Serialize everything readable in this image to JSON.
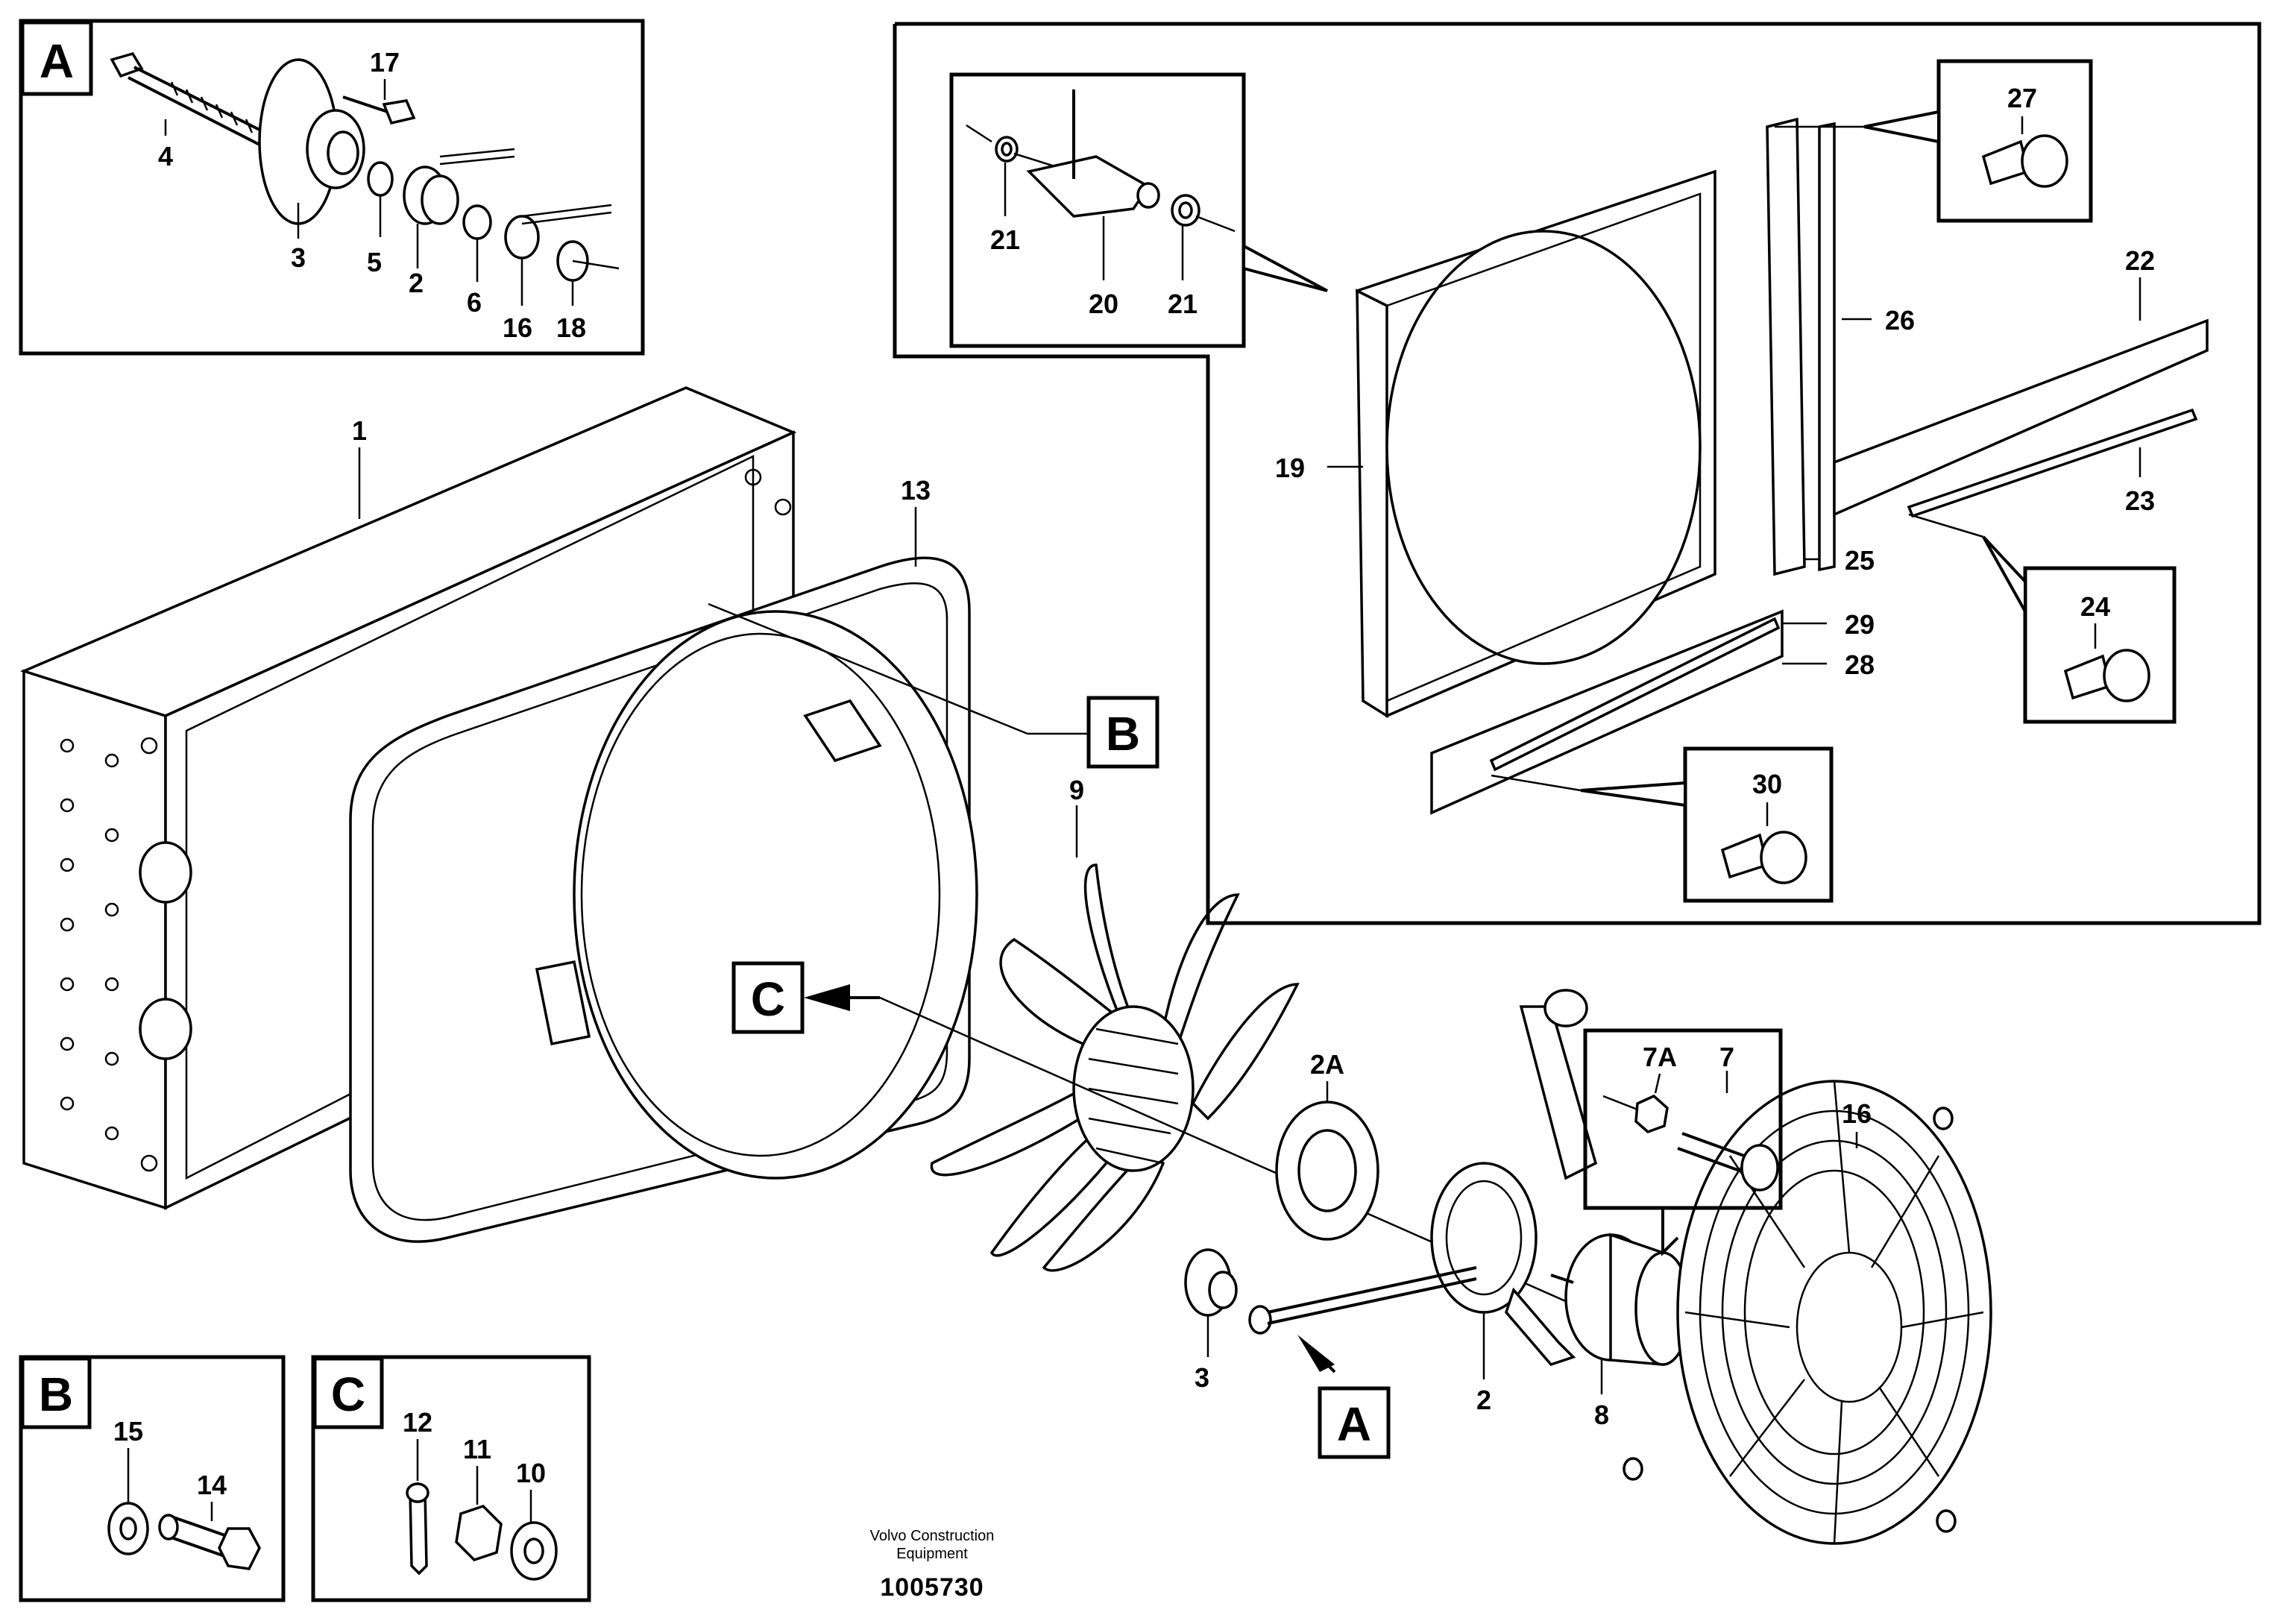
{
  "figure_number": "1005730",
  "caption_line1": "Volvo Construction",
  "caption_line2": "Equipment",
  "details": {
    "A": "A",
    "B": "B",
    "C": "C"
  },
  "labels": {
    "p1": "1",
    "p2": "2",
    "p2b": "2",
    "p2A": "2A",
    "p3": "3",
    "p3b": "3",
    "p4": "4",
    "p5": "5",
    "p6": "6",
    "p7": "7",
    "p7A": "7A",
    "p8": "8",
    "p9": "9",
    "p10": "10",
    "p11": "11",
    "p12": "12",
    "p13": "13",
    "p14": "14",
    "p15": "15",
    "p16": "16",
    "p16b": "16",
    "p17": "17",
    "p18": "18",
    "p19": "19",
    "p20": "20",
    "p21": "21",
    "p21b": "21",
    "p22": "22",
    "p23": "23",
    "p24": "24",
    "p25": "25",
    "p26": "26",
    "p27": "27",
    "p28": "28",
    "p29": "29",
    "p30": "30"
  }
}
